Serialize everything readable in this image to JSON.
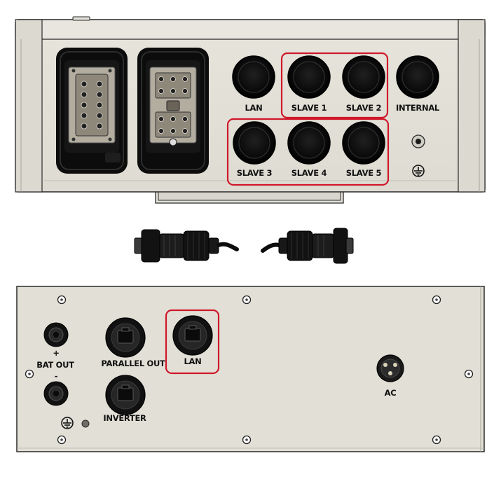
{
  "colors": {
    "panel": "#e2e0d6",
    "panel_edge": "#b9b7ad",
    "outline": "#2a2a2a",
    "port_black": "#0c0c0c",
    "highlight": "#d0182b",
    "insert_metal": "#b3ada0"
  },
  "top_unit": {
    "labels": {
      "lan": "LAN",
      "slave1": "SLAVE 1",
      "slave2": "SLAVE 2",
      "internal": "INTERNAL",
      "slave3": "SLAVE 3",
      "slave4": "SLAVE 4",
      "slave5": "SLAVE 5"
    },
    "icons": [
      "heavy-duty-connector-icon",
      "heavy-duty-connector-icon",
      "ground-icon"
    ]
  },
  "cable": {
    "icons": [
      "circular-plug-icon",
      "circular-plug-icon"
    ]
  },
  "bottom_panel": {
    "labels": {
      "bat_plus": "+",
      "bat_out": "BAT OUT",
      "bat_minus": "-",
      "parallel_out": "PARALLEL OUT",
      "inverter": "INVERTER",
      "lan": "LAN",
      "ac": "AC"
    },
    "icons": [
      "ethernet-port-icon",
      "ethernet-port-icon",
      "ethernet-port-icon",
      "ac-socket-icon",
      "ground-icon"
    ]
  }
}
